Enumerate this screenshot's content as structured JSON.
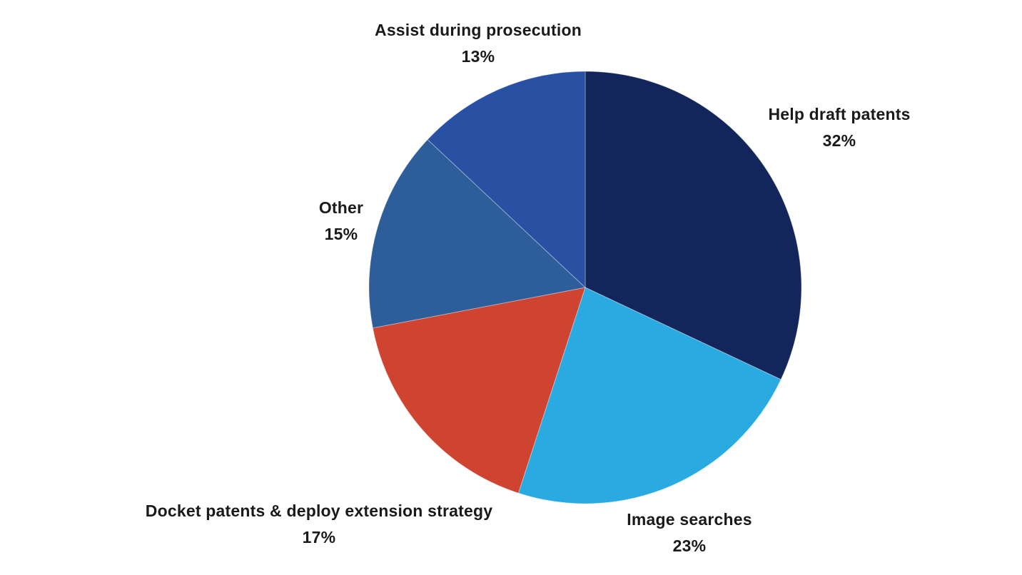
{
  "chart_data": {
    "type": "pie",
    "title": "",
    "legend": "none",
    "label_style": "outside-callouts",
    "start_angle_deg": -90,
    "direction": "clockwise",
    "background_color": "#ffffff",
    "label_text_color": "#1a1a1a",
    "slices": [
      {
        "label": "Help draft patents",
        "value": 32,
        "pct_label": "32%",
        "color": "#13265C"
      },
      {
        "label": "Image searches",
        "value": 23,
        "pct_label": "23%",
        "color": "#29ABE2"
      },
      {
        "label": "Docket patents & deploy extension strategy",
        "value": 17,
        "pct_label": "17%",
        "color": "#CF4331"
      },
      {
        "label": "Other",
        "value": 15,
        "pct_label": "15%",
        "color": "#2E5E9A"
      },
      {
        "label": "Assist during prosecution",
        "value": 13,
        "pct_label": "13%",
        "color": "#2851A3"
      }
    ]
  }
}
